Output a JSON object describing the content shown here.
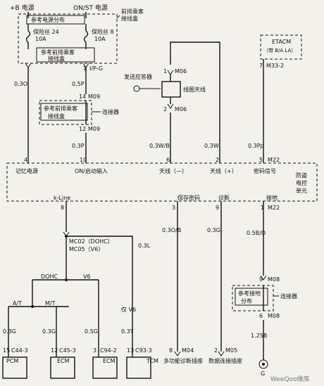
{
  "top": {
    "b_plus_power": "+B 电源",
    "on_st_power": "ON/ST 电源",
    "ref_power_dist": "参考电源分布",
    "fuse24_name": "保险丝 24",
    "fuse24_rating": "10A",
    "fuse8_name": "保险丝 8",
    "fuse8_rating": "10A",
    "front_junction_ref": "参考前排乘客",
    "front_junction_ref_2": "接线盒",
    "front_junction_box": "前排乘客",
    "front_junction_box_2": "接线盒"
  },
  "connectors": {
    "i1": "1",
    "i1_label": "I/P-G",
    "m09_pin14": "14",
    "m09_label_a": "M09",
    "m09_pin12": "12",
    "m09_label_b": "M09",
    "junction_ref_a": "参考前排乘客",
    "junction_ref_b": "接线盒",
    "connector_label": "连接器"
  },
  "transponder": {
    "label": "发送应答器",
    "coil_label": "线圈天线",
    "pin1": "1",
    "m06_a": "M06",
    "pin2": "2",
    "m06_b": "M06"
  },
  "etacm": {
    "title": "ETACM",
    "subtitle": "（带 B/A LA）",
    "pin": "7",
    "conn": "M33-2"
  },
  "wires": {
    "w_03o": "0.3O",
    "w_05p": "0.5P",
    "w_03p": "0.3P",
    "w_03wb": "0.3W/B",
    "w_03w": "0.3W",
    "w_03pp": "0.3Pp",
    "w_03ob": "0.3O/B",
    "w_03g": "0.3G",
    "w_05bo": "0.5B/O",
    "w_03l": "0.3L",
    "w_03g_pcm": "0.3G",
    "w_03g_ecm1": "0.3G",
    "w_05g_ecm2": "0.5G",
    "w_03y_tcm": "0.3Y",
    "w_125b": "1.25B"
  },
  "immobilizer": {
    "pin4": "4",
    "pin10": "10",
    "pin6": "6",
    "pin2": "2",
    "pin5": "5",
    "m22_top": "M22",
    "lbl_memory_power": "记忆电源",
    "lbl_on_start": "ON/启动输入",
    "lbl_antenna_minus": "天线（—）",
    "lbl_antenna_plus": "天线（+）",
    "lbl_code_signal": "密码信号",
    "unit_name_1": "防盗",
    "unit_name_2": "电控",
    "unit_name_3": "单元",
    "lbl_kline": "k-Line",
    "lbl_save_code": "保存密码",
    "lbl_diag": "诊断",
    "lbl_ground": "接地",
    "pin8": "8",
    "pin3": "3",
    "pin9": "9",
    "pin1": "1",
    "m22_bottom": "M22"
  },
  "lower": {
    "mc02": "MC02（DOHC）",
    "mc05": "MC05（V6）",
    "dohc": "DOHC",
    "v6": "V6",
    "only_v6": "仅 V6",
    "at": "A/T",
    "mt": "M/T",
    "pin15": "15",
    "c44_3": "C44-3",
    "pcm": "PCM",
    "pin12": "12",
    "c45_3": "C45-3",
    "ecm_a": "ECM",
    "pin3": "3",
    "c94_2": "C94-2",
    "ecm_b": "ECM",
    "pin13": "13",
    "c93_3": "C93-3",
    "tcm": "TCM",
    "pin8": "8",
    "m04": "M04",
    "multi_diag": "多功能诊断插座",
    "pin2": "2",
    "m05": "M05",
    "data_link": "数据连接插座",
    "pin9": "9",
    "m08_a": "M08",
    "pin6": "6",
    "m08_b": "M08",
    "ground_ref_1": "参考接地",
    "ground_ref_2": "分布",
    "connector_r": "连接器",
    "g_pin": "G"
  },
  "watermark": "WeeQoo维库"
}
